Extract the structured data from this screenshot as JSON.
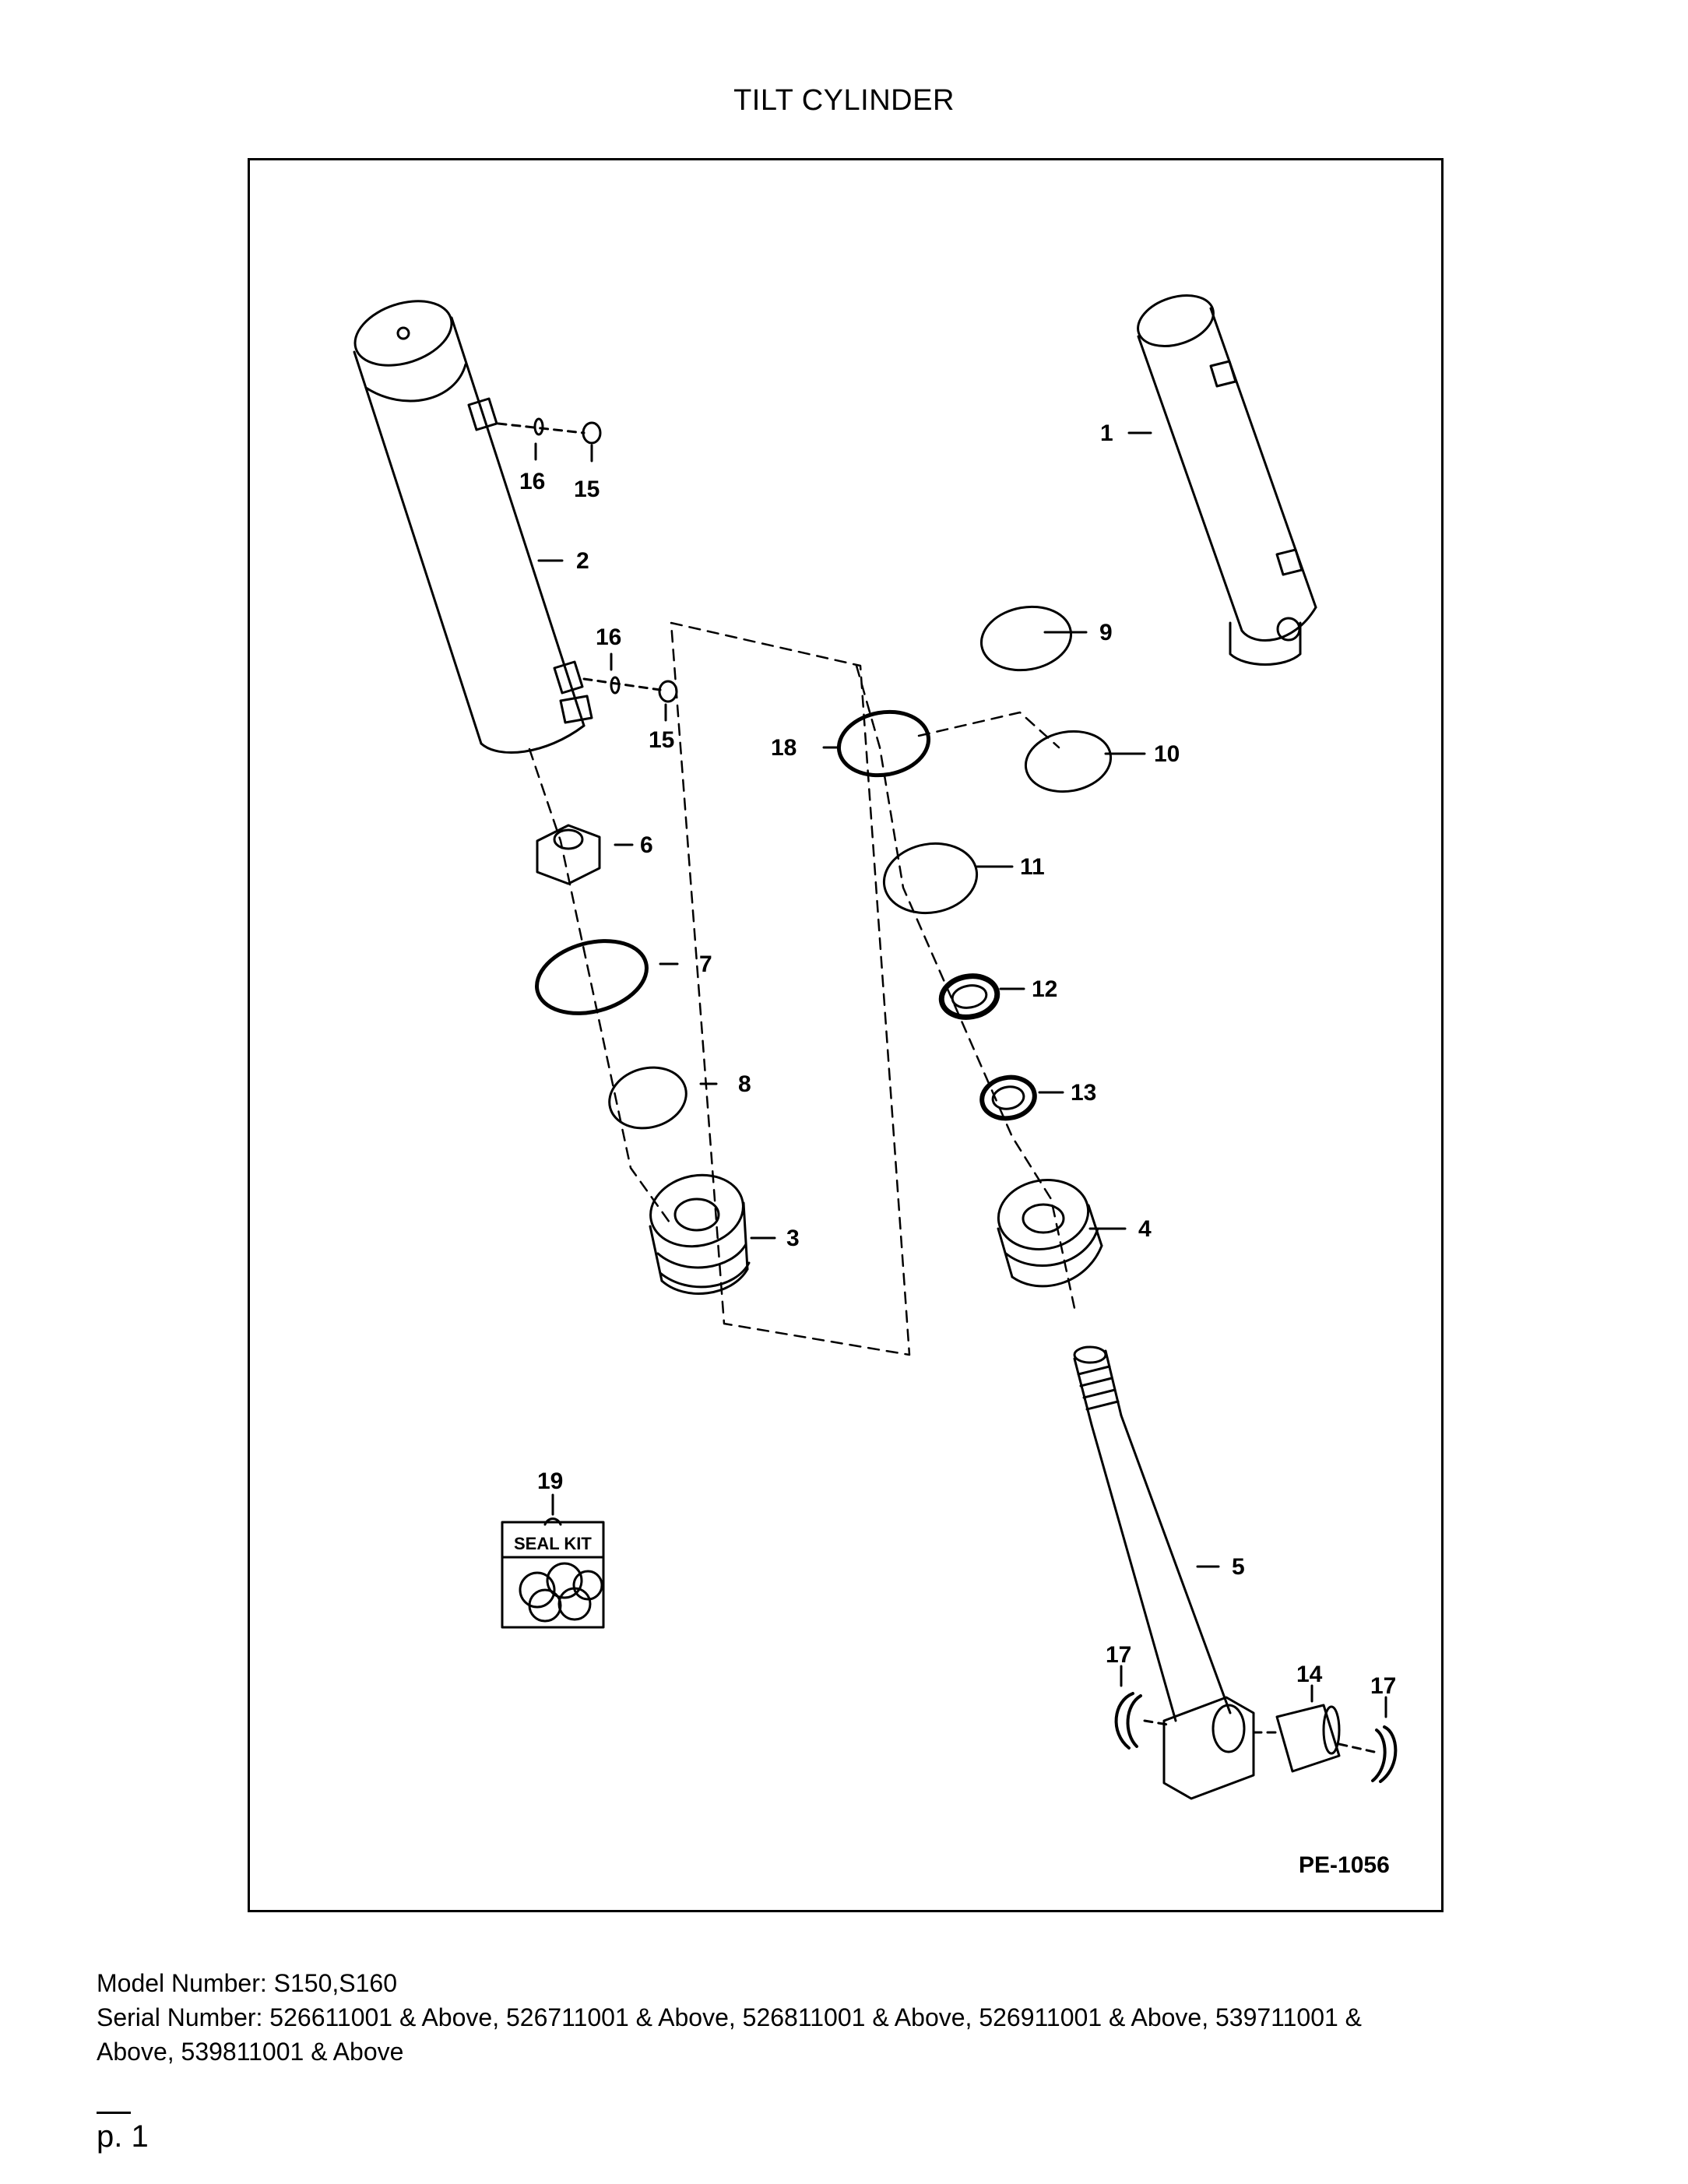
{
  "title": "TILT CYLINDER",
  "figure_code": "PE-1056",
  "seal_kit_label": "SEAL KIT",
  "callouts": {
    "c1": "1",
    "c2": "2",
    "c3": "3",
    "c4": "4",
    "c5": "5",
    "c6": "6",
    "c7": "7",
    "c8": "8",
    "c9": "9",
    "c10": "10",
    "c11": "11",
    "c12": "12",
    "c13": "13",
    "c14": "14",
    "c15a": "15",
    "c15b": "15",
    "c16a": "16",
    "c16b": "16",
    "c17a": "17",
    "c17b": "17",
    "c18": "18",
    "c19": "19"
  },
  "footer": {
    "model": "Model Number: S150,S160",
    "serial_line1": "Serial Number: 526611001 & Above, 526711001 & Above, 526811001 & Above, 526911001 & Above, 539711001 &",
    "serial_line2": "Above, 539811001 & Above"
  },
  "page_number": "p. 1"
}
